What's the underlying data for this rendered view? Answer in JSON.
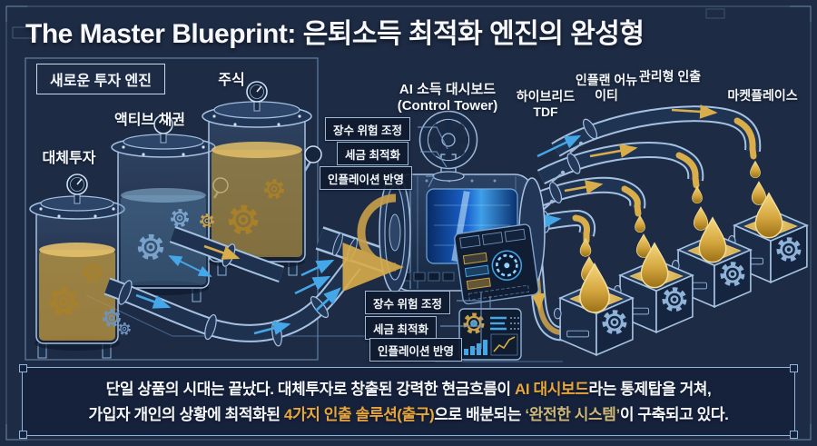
{
  "title": "The Master Blueprint: 은퇴소득 최적화 엔진의 완성형",
  "input_section": {
    "label": "새로운 투자 엔진",
    "tanks": [
      {
        "label": "대체투자"
      },
      {
        "label": "액티브 채권"
      },
      {
        "label": "주식"
      }
    ]
  },
  "control_tower": {
    "title": "AI 소득 대시보드",
    "subtitle": "(Control Tower)",
    "top_tags": [
      "장수 위험 조정",
      "세금 최적화",
      "인플레이션 반영"
    ],
    "bottom_tags": [
      "장수 위험 조정",
      "세금 최적화",
      "인플레이션 반영"
    ]
  },
  "outputs": [
    {
      "label": "하이브리드 TDF"
    },
    {
      "label": "인플랜 어뉴이티"
    },
    {
      "label": "관리형 인출"
    },
    {
      "label": "마켓플레이스"
    }
  ],
  "footer": {
    "l1a": "단일 상품의 시대는 끝났다. 대체투자로 창출된 강력한 현금흐름이 ",
    "l1b": "AI 대시보드",
    "l1c": "라는 통제탑을 거쳐,",
    "l2a": "가입자 개인의 상황에 최적화된 ",
    "l2b": "4가지 인출 솔루션(출구)",
    "l2c": "으로 배분되는 ",
    "l2d": "‘완전한 시스템’",
    "l2e": "이 구축되고 있다."
  },
  "colors": {
    "background": "#1d2b44",
    "footer_background": "#16223c",
    "line_blue": "#a6c2e2",
    "flow_blue": "#45a7e8",
    "gold": "#d4a63f",
    "highlight_orange": "#e8a73c",
    "highlight_tan": "#cdb87c",
    "text": "#f4f7fb"
  }
}
